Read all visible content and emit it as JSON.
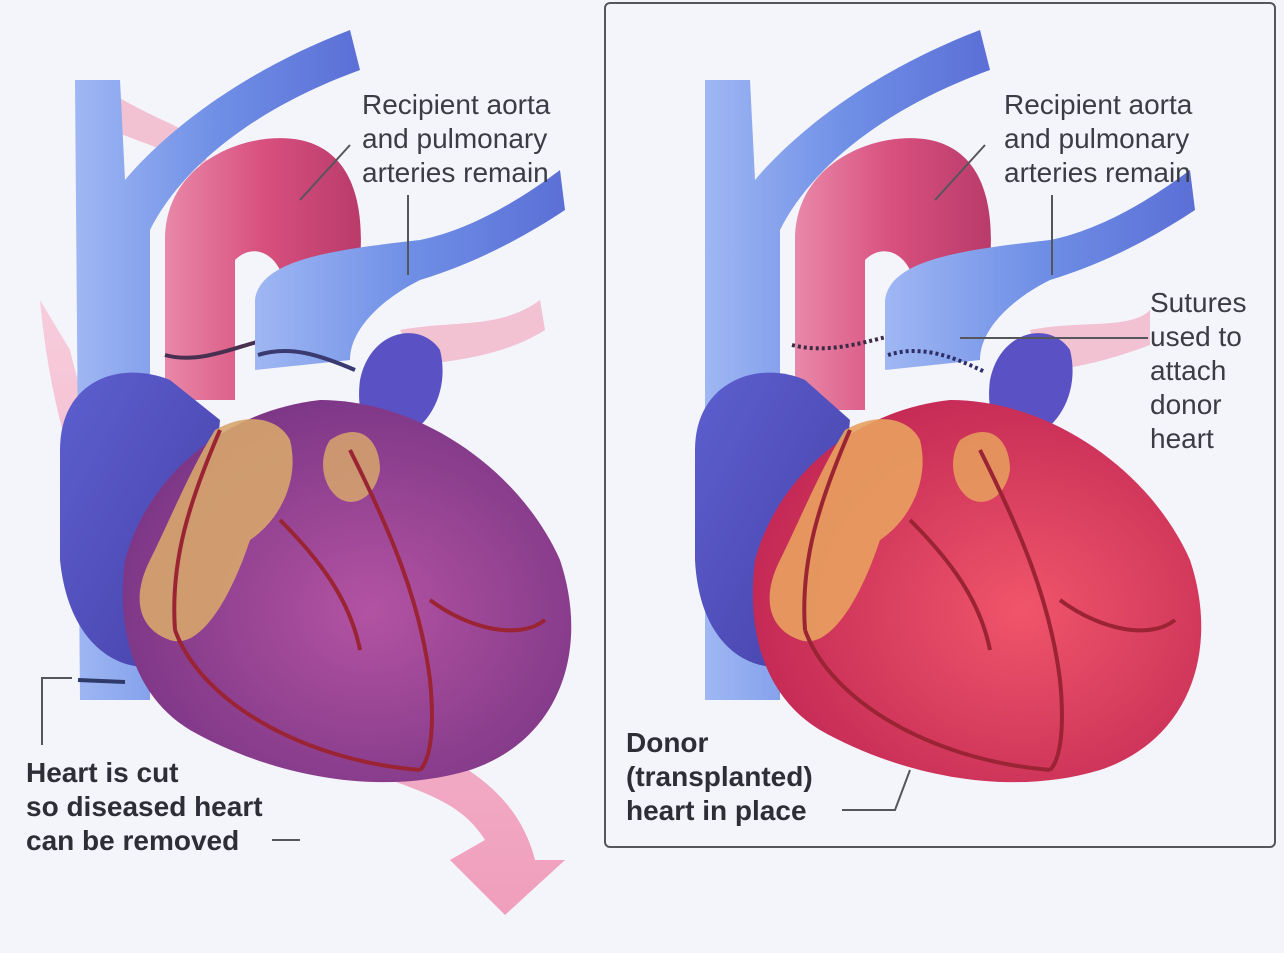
{
  "panels": {
    "left": {
      "label_top": "Recipient aorta\nand pulmonary\narteries remain",
      "label_bottom": "Heart is cut\nso diseased heart\ncan be removed"
    },
    "right": {
      "label_top": "Recipient aorta\nand pulmonary\narteries remain",
      "label_side": "Sutures\nused to\nattach\ndonor\nheart",
      "label_bottom": "Donor\n(transplanted)\nheart in place"
    }
  },
  "colors": {
    "vein_blue": "#6f8fe6",
    "aorta_pink": "#d8507e",
    "diseased_purple": "#8a3f9a",
    "donor_red": "#e03a5c",
    "fat_tan": "#d7a66c",
    "coronary": "#9a2433",
    "arrow_pink": "#ef8fb0"
  },
  "icons": {
    "removal_arrow": "arrow-down-icon"
  }
}
